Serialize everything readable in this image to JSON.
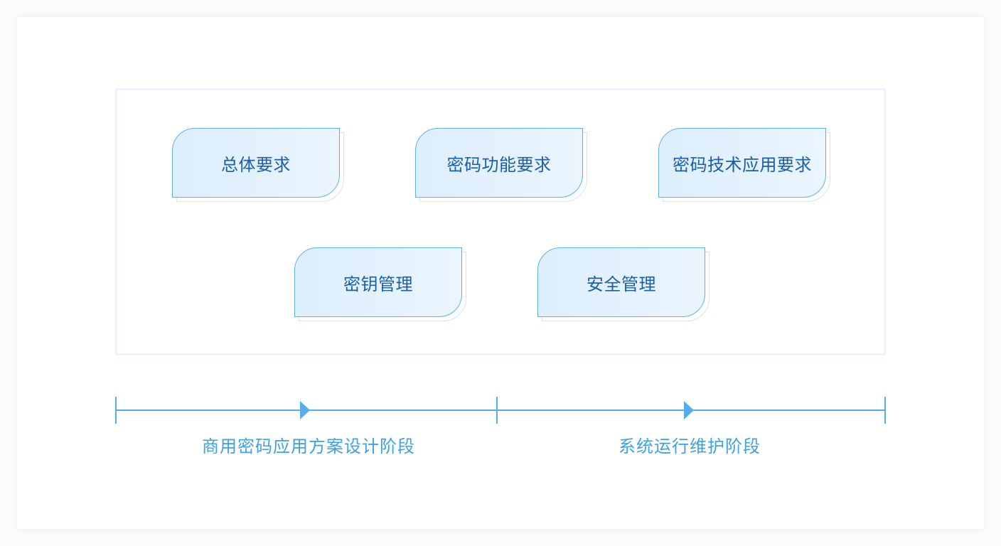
{
  "diagram": {
    "requirements": [
      {
        "label": "总体要求"
      },
      {
        "label": "密码功能要求"
      },
      {
        "label": "密码技术应用要求"
      },
      {
        "label": "密钥管理"
      },
      {
        "label": "安全管理"
      }
    ],
    "phases": [
      {
        "label": "商用密码应用方案设计阶段"
      },
      {
        "label": "系统运行维护阶段"
      }
    ]
  },
  "colors": {
    "timeline": "#56adee",
    "box_border": "#5eb2ec",
    "box_text": "#1a5fa8",
    "phase_text": "#3fa1e3",
    "panel_border": "#edf4fd"
  }
}
